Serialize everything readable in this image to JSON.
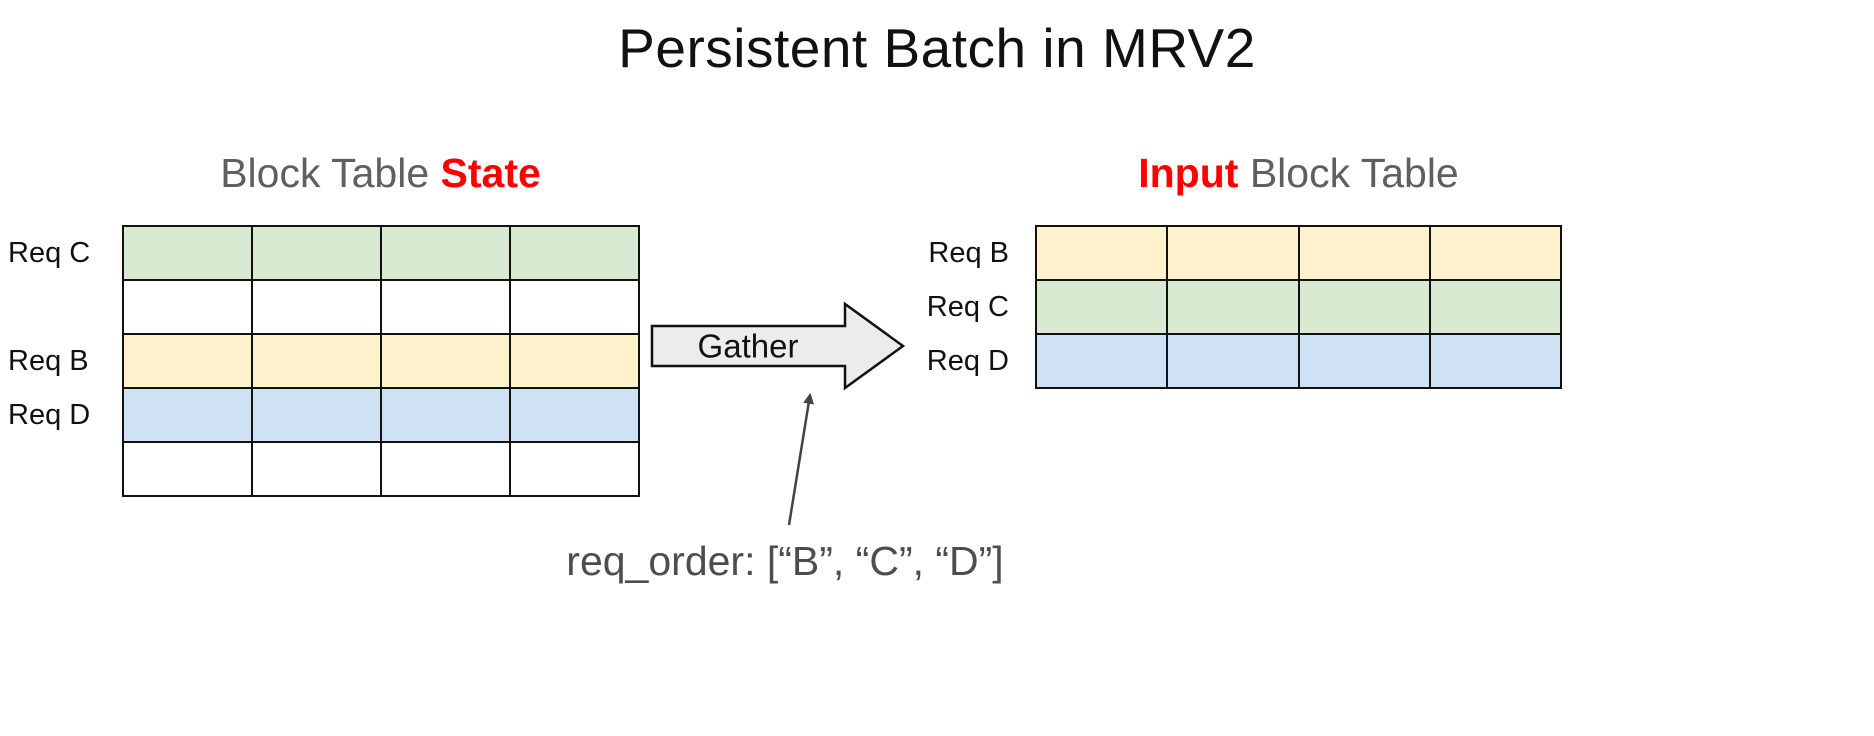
{
  "title": "Persistent Batch in MRV2",
  "colors": {
    "green": "#d9ead3",
    "yellow": "#fff2cc",
    "blue": "#cfe2f3",
    "white": "#ffffff",
    "highlight_red": "#ff0000",
    "heading_gray": "#5f5f5f",
    "arrow_fill": "#ececec",
    "border": "#111111"
  },
  "left_table": {
    "heading": {
      "prefix": "Block Table ",
      "highlight": "State"
    },
    "columns": 4,
    "rows": [
      {
        "label": "Req C",
        "color": "green"
      },
      {
        "label": "",
        "color": "white"
      },
      {
        "label": "Req B",
        "color": "yellow"
      },
      {
        "label": "Req D",
        "color": "blue"
      },
      {
        "label": "",
        "color": "white"
      }
    ]
  },
  "right_table": {
    "heading": {
      "highlight": "Input",
      "suffix": " Block Table"
    },
    "columns": 4,
    "rows": [
      {
        "label": "Req B",
        "color": "yellow"
      },
      {
        "label": "Req C",
        "color": "green"
      },
      {
        "label": "Req D",
        "color": "blue"
      }
    ]
  },
  "gather": {
    "label": "Gather"
  },
  "annotation": {
    "text": "req_order: [“B”, “C”, “D”]"
  }
}
